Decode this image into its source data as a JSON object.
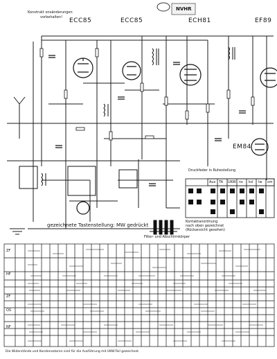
{
  "header": {
    "note_line1": "Konstrukt onsänderungen",
    "note_line2": "vorbehalten!"
  },
  "stamp": {
    "text": "NVHR"
  },
  "tubes": [
    "ECC85",
    "ECC85",
    "ECH81",
    "EF89",
    "EM84"
  ],
  "captions": {
    "switch_position": "gezeichnete Tastenstellung: MW gedrückt",
    "pushbutton_title": "Druckfeder in Ruhestellung",
    "filter_caption": "Filter- und Abschirmkörper"
  },
  "pushbutton_headers": [
    "Aus",
    "TA",
    "UKW",
    "ns",
    "kd",
    "lw",
    "sm"
  ],
  "pushbutton_legend": [
    "Kontaktanordnung",
    "nach oben gezeichnet",
    "(Rückansicht gesehen)"
  ],
  "table": {
    "group_labels": [
      "ZF",
      "HF",
      "ZF",
      "OS",
      "NF"
    ],
    "rows_per_group": [
      3,
      3,
      2,
      2,
      4
    ]
  },
  "footer": "Die Widerstände und Kondensatoren sind für die Ausführung mit UKW-Teil gezeichnet."
}
